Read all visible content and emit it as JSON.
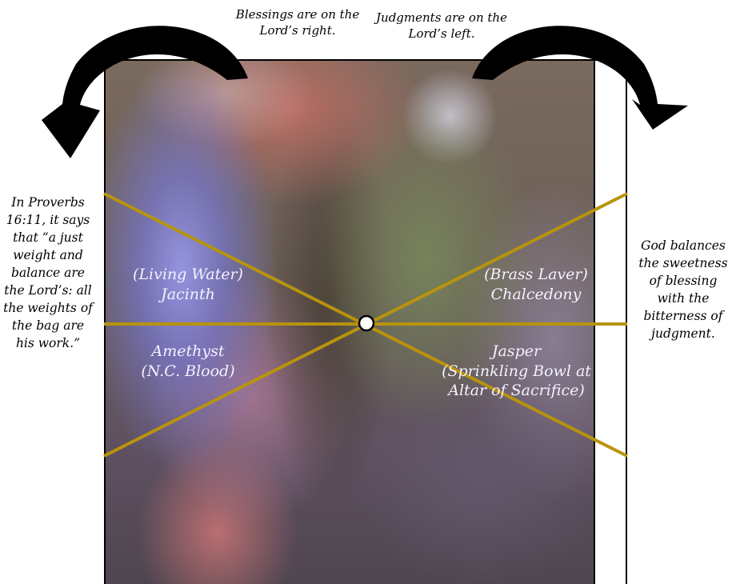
{
  "captions": {
    "top_left": "Blessings are on the Lord’s right.",
    "top_right": "Judgments are on the Lord’s left.",
    "left": "In Proverbs 16:11, it says that “a just weight and balance are the Lord’s: all the weights of the bag are his work.”",
    "right": "God balances the sweetness of blessing with the bitterness of judgment."
  },
  "labels": {
    "living_water": {
      "line1": "(Living Water)",
      "line2": "Jacinth"
    },
    "brass_laver": {
      "line1": "(Brass Laver)",
      "line2": "Chalcedony"
    },
    "amethyst": {
      "line1": "Amethyst",
      "line2": "(N.C. Blood)"
    },
    "jasper": {
      "line1": "Jasper",
      "line2": "(Sprinkling Bowl at",
      "line3": "Altar of Sacrifice)"
    }
  },
  "colors": {
    "balance_line": "#b8930e",
    "arrow": "#000000",
    "pivot_fill": "#ffffff"
  },
  "icons": {
    "left_arrow": "curved-arrow-left-icon",
    "right_arrow": "curved-arrow-right-icon",
    "pivot": "pivot-circle-icon"
  }
}
